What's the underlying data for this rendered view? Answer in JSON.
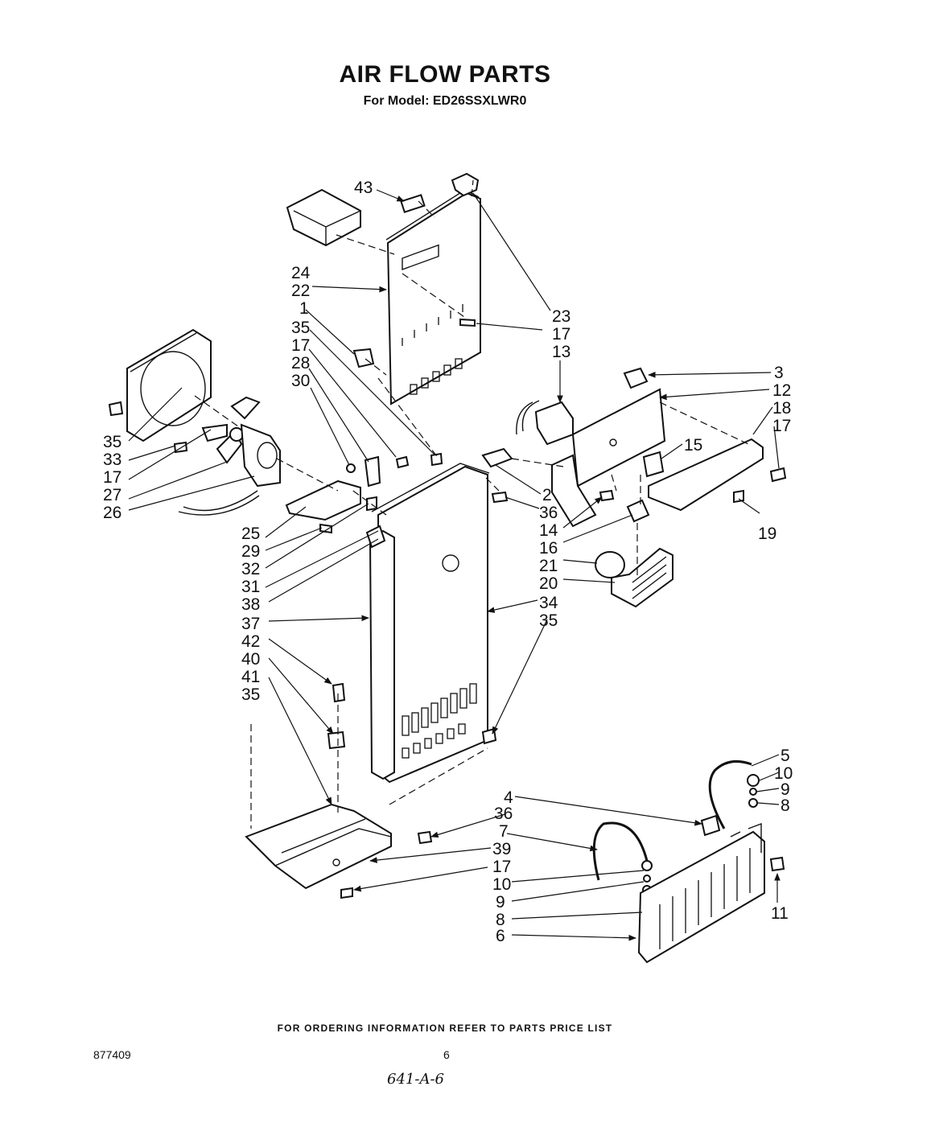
{
  "title": "AIR FLOW PARTS",
  "subtitle": "For Model: ED26SSXLWR0",
  "footer": {
    "ordering_note": "FOR ORDERING INFORMATION REFER TO PARTS PRICE LIST",
    "document_number": "877409",
    "page_number": "6",
    "handwritten_note": "641-A-6"
  },
  "callouts": [
    "43",
    "24",
    "22",
    "1",
    "35",
    "17",
    "28",
    "30",
    "35",
    "33",
    "17",
    "27",
    "26",
    "25",
    "29",
    "32",
    "31",
    "38",
    "37",
    "42",
    "40",
    "41",
    "35",
    "23",
    "17",
    "13",
    "3",
    "12",
    "18",
    "17",
    "15",
    "2",
    "36",
    "14",
    "16",
    "21",
    "20",
    "34",
    "35",
    "19",
    "5",
    "10",
    "9",
    "8",
    "4",
    "36",
    "7",
    "39",
    "17",
    "10",
    "9",
    "8",
    "6",
    "11"
  ]
}
